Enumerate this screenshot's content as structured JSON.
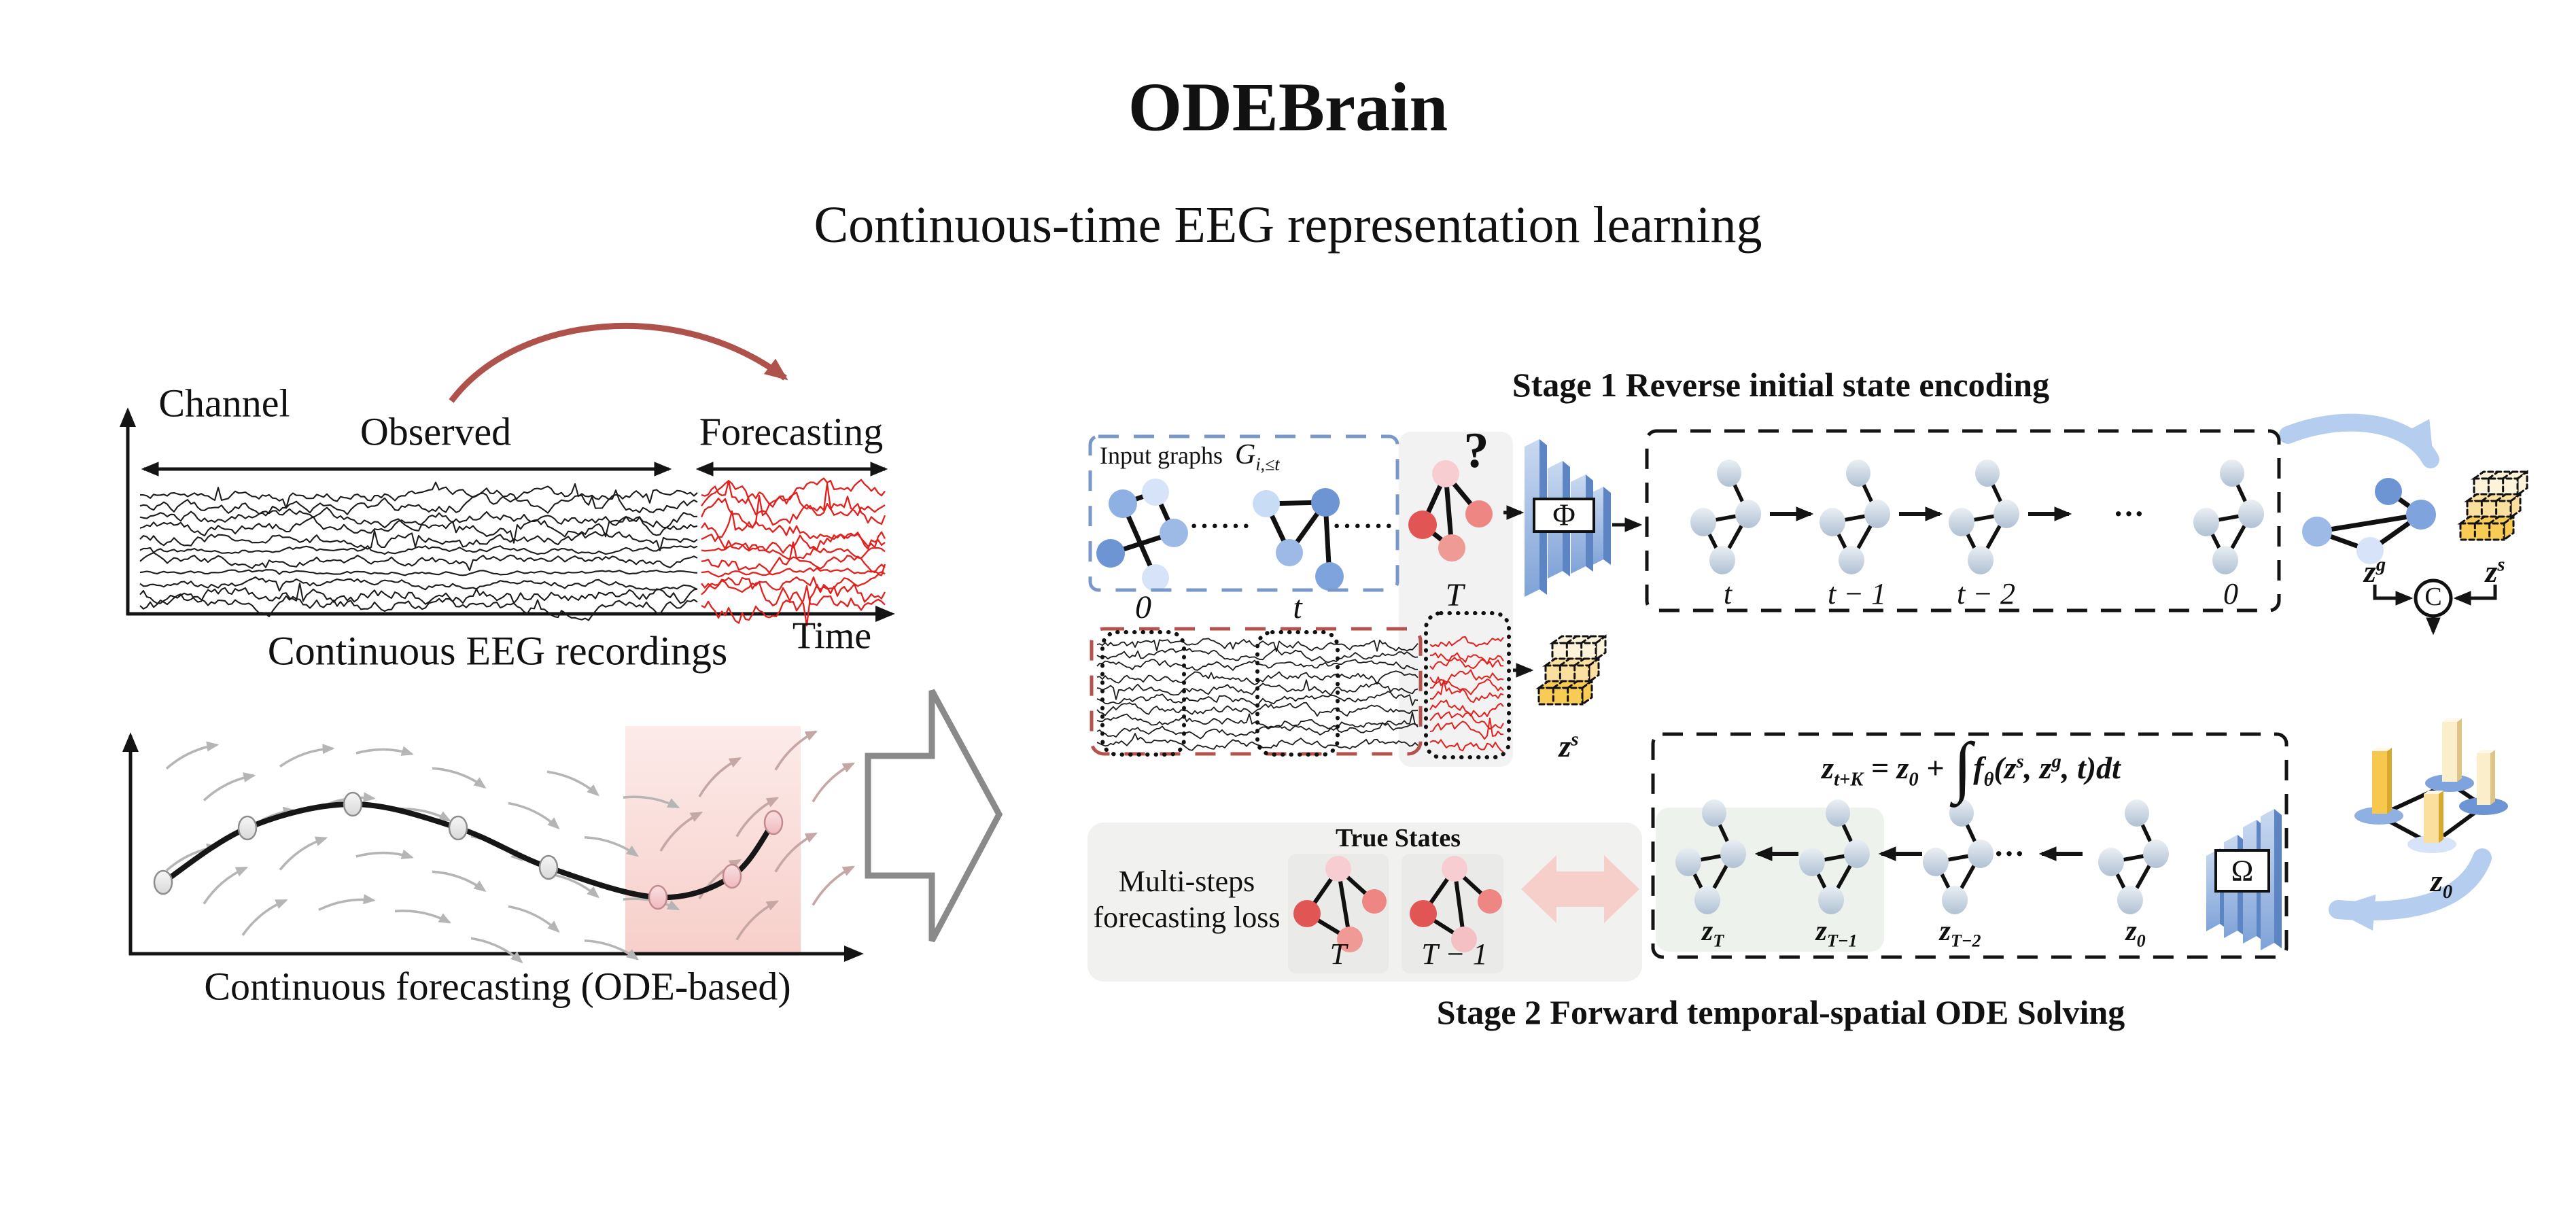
{
  "figure": {
    "title": "ODEBrain",
    "subtitle": "Continuous-time EEG representation learning"
  },
  "left_top": {
    "y_label": "Channel",
    "segment_observed": "Observed",
    "segment_forecasting": "Forecasting",
    "x_label": "Time",
    "caption": "Continuous EEG recordings"
  },
  "left_bottom": {
    "caption": "Continuous forecasting (ODE-based)"
  },
  "stage1": {
    "header": "Stage 1 Reverse initial state encoding",
    "input_label": "Input graphs",
    "input_symbol": "G_{i,≤t}",
    "ellipsis_small_1": "······",
    "ellipsis_small_2": "······",
    "time_0": "0",
    "time_t": "t",
    "time_T": "T",
    "unknown_mark": "?",
    "encoder": "Φ",
    "seq": [
      "t",
      "t − 1",
      "t − 2",
      "0"
    ],
    "ellipsis": "···"
  },
  "strip": {
    "zs": "z^{s}"
  },
  "fusion": {
    "zg": "z^{g}",
    "zs": "z^{s}",
    "concat": "C",
    "z0": "z_{0}"
  },
  "stage2": {
    "header": "Stage 2 Forward temporal-spatial ODE Solving",
    "equation": "z_{t+K} = z_{0} + ∫f_{θ}(z^{s}, z^{g}, t)dt",
    "seq": [
      "z_{T}",
      "z_{T−1}",
      "z_{T−2}",
      "z_{0}"
    ],
    "ellipsis": "···",
    "decoder": "Ω"
  },
  "loss": {
    "title_line1": "Multi-steps",
    "title_line2": "forecasting loss",
    "true_states": "True States",
    "label_T": "T",
    "label_T1": "T − 1"
  },
  "colors": {
    "ink": "#141414",
    "eeg_observed": "#1b1b1b",
    "eeg_forecast": "#e2201d",
    "accent_red_arc": "#b0524c",
    "dashed_blue": "#7a97c9",
    "dashed_red": "#b4534e",
    "flow_gray": "#b5b5b5",
    "flow_pink": "#c5a7a5",
    "pink_region_top": "#fcebe9",
    "pink_region_bottom": "#f7cfca",
    "panel_gray": "#f2f2f2",
    "loss_panel": "#f1f2ef",
    "inner_panel": "#eaeae8",
    "stage2_highlight": "#eef2ec",
    "node_blue_dark": "#6d94d3",
    "node_blue_mid2": "#7fa3dc",
    "node_blue_mid": "#8fb0e2",
    "node_blue_soft": "#9db9e6",
    "node_blue_pale": "#c8dcf5",
    "node_blue_light": "#d6e3f8",
    "node_pink_dark": "#e15654",
    "node_pink_mid": "#ee8784",
    "node_pink_soft": "#f09a96",
    "node_pink_light": "#f8cdd1",
    "gray_node_hi": "#eaeff4",
    "gray_node_lo": "#b0c1d3",
    "encoder_top": "#c9d9f0",
    "encoder_bottom": "#7fa3d8",
    "encoder_side": "#5d85c4",
    "cube_light": "#fdf3da",
    "cube_mid": "#fbdf9e",
    "cube_dark": "#f8cb55",
    "bar_gold": "#f6c94e",
    "bar_gold_side": "#d9a82f",
    "bar_pale": "#faeecb",
    "bar_pale_side": "#dfc488",
    "swoosh_blue": "#b5cdee",
    "loss_arrow_pink": "#f6cfca",
    "block_arrow_gray": "#8a8a8a",
    "dot_gray": "#d9d9d9",
    "dot_gray_stroke": "#8d8d8d",
    "dot_pink": "#f0b9bd",
    "dot_pink_stroke": "#c08a8e"
  }
}
